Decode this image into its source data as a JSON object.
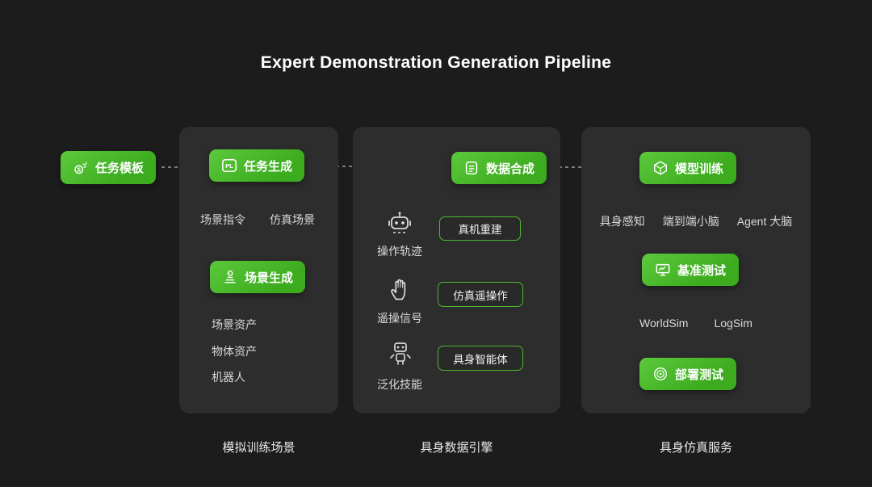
{
  "title": "Expert Demonstration Generation Pipeline",
  "colors": {
    "background": "#1c1c1c",
    "panel": "#2d2d2d",
    "green": "#3cab1e",
    "green_light": "#5cc93c",
    "outline_green": "#4cb92f",
    "muted_text": "#d9d9d9",
    "arrow": "#9b9b9b"
  },
  "icons": {
    "task_template_symbol": "$",
    "task_generation_badge": "PL"
  },
  "start_node": {
    "label": "任务模板"
  },
  "panel1": {
    "caption": "模拟训练场景",
    "task_generation": "任务生成",
    "scene_instruction": "场景指令",
    "simulation_scene": "仿真场景",
    "scene_generation": "场景生成",
    "assets": [
      "场景资产",
      "物体资产",
      "机器人"
    ]
  },
  "panel2": {
    "caption": "具身数据引擎",
    "data_synthesis": "数据合成",
    "rows": [
      {
        "source": "操作轨迹",
        "target": "真机重建"
      },
      {
        "source": "遥操信号",
        "target": "仿真遥操作"
      },
      {
        "source": "泛化技能",
        "target": "具身智能体"
      }
    ]
  },
  "panel3": {
    "caption": "具身仿真服务",
    "model_training": "模型训练",
    "training_labels": [
      "具身感知",
      "端到端小脑",
      "Agent 大脑"
    ],
    "benchmark_testing": "基准测试",
    "sim_labels": [
      "WorldSim",
      "LogSim"
    ],
    "deployment_testing": "部署测试"
  }
}
